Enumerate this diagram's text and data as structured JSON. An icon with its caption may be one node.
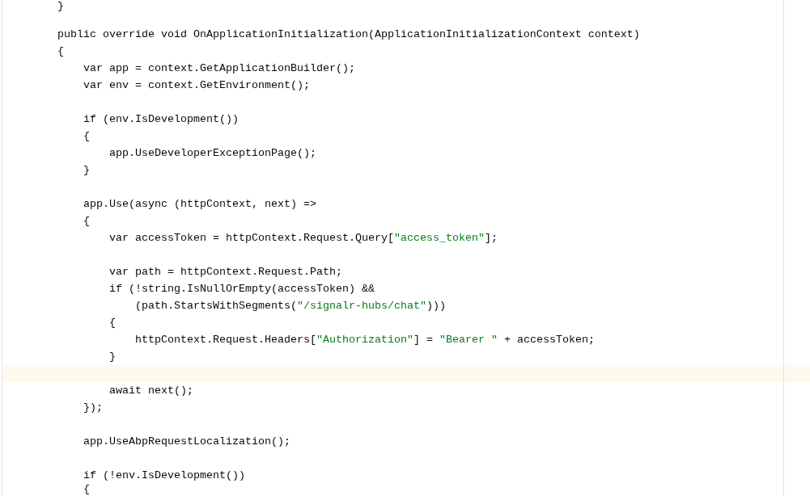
{
  "diagram": {
    "labels": [
      "}",
      "public override void OnApplicationInitialization(ApplicationInitializationContext context)",
      "{",
      "var app = context.GetApplicationBuilder();",
      "var env = context.GetEnvironment();",
      "if (env.IsDevelopment())",
      "{",
      "app.UseDeveloperExceptionPage();",
      "}",
      "app.Use(async (httpContext, next) =>",
      "{",
      "var accessToken = httpContext.Request.Query[\"access_token\"];",
      "var path = httpContext.Request.Path;",
      "if (!string.IsNullOrEmpty(accessToken) &&",
      "(path.StartsWithSegments(\"/signalr-hubs/chat\")))",
      "{",
      "httpContext.Request.Headers[\"Authorization\"] = \"Bearer \" + accessToken;",
      "}",
      "await next();",
      "});",
      "app.UseAbpRequestLocalization();",
      "if (!env.IsDevelopment())",
      "{"
    ]
  }
}
